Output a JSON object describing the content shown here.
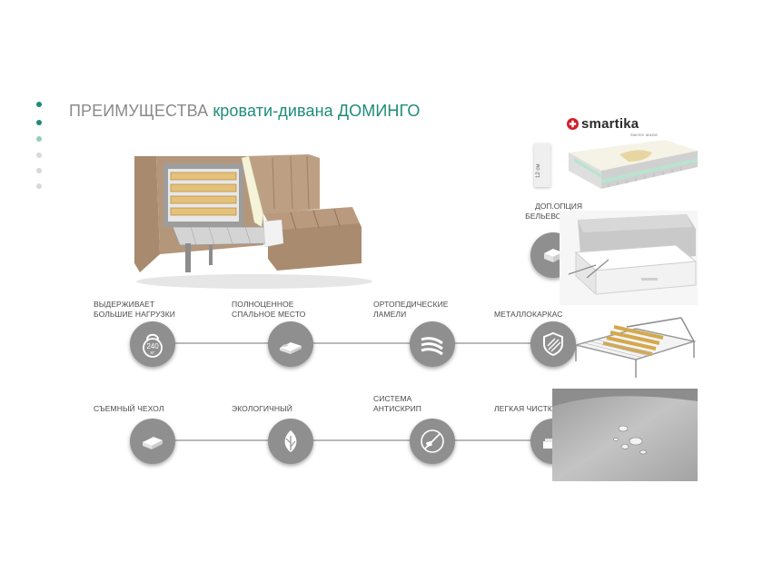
{
  "title": {
    "prefix": "ПРЕИМУЩЕСТВА",
    "highlight": "кровати-дивана ДОМИНГО"
  },
  "nav_dots": [
    "#1e8c78",
    "#1e8c78",
    "#8fcfb8",
    "#d8d8d8",
    "#d8d8d8",
    "#d8d8d8"
  ],
  "colors": {
    "accent": "#1e8c78",
    "icon_circle": "#8f8f8f",
    "sofa_fabric": "#b5977a",
    "line": "#b9b9b9"
  },
  "features_row1": [
    {
      "label": "Выдерживает<br>большие нагрузки",
      "icon": "kettlebell-icon",
      "weight_value": "240",
      "weight_unit": "КГ"
    },
    {
      "label": "Полноценное<br>спальное место",
      "icon": "bed-icon"
    },
    {
      "label": "Ортопедические<br>ламели",
      "icon": "slats-icon"
    },
    {
      "label": "Металлокаркас",
      "icon": "shield-icon"
    }
  ],
  "features_row2": [
    {
      "label": "Съемный чехол",
      "icon": "cover-icon"
    },
    {
      "label": "Экологичный",
      "icon": "leaf-icon"
    },
    {
      "label": "Система<br>антискрип",
      "icon": "violin-crossed-icon"
    },
    {
      "label": "Легкая чистка",
      "icon": "cleaning-icon"
    }
  ],
  "right_column": {
    "brand": "smartika",
    "brand_sub": "SWISS MADE",
    "mattress_thickness": "12 см",
    "option_label": "Доп.опция<br>бельевой ящик"
  }
}
